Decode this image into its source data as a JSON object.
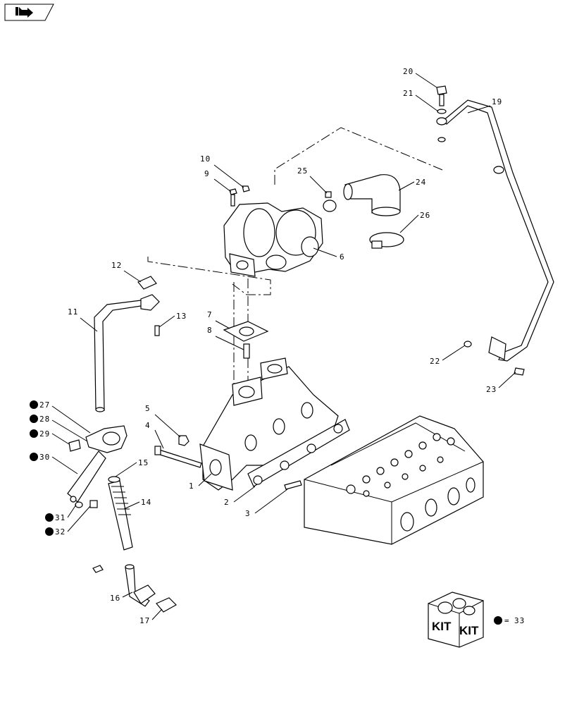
{
  "nav": {
    "back_icon": "arrow-return-icon"
  },
  "callouts": [
    {
      "num": "1",
      "kit": false
    },
    {
      "num": "2",
      "kit": false
    },
    {
      "num": "3",
      "kit": false
    },
    {
      "num": "4",
      "kit": false
    },
    {
      "num": "5",
      "kit": false
    },
    {
      "num": "6",
      "kit": false
    },
    {
      "num": "7",
      "kit": false
    },
    {
      "num": "8",
      "kit": false
    },
    {
      "num": "9",
      "kit": false
    },
    {
      "num": "10",
      "kit": false
    },
    {
      "num": "11",
      "kit": false
    },
    {
      "num": "12",
      "kit": false
    },
    {
      "num": "13",
      "kit": false
    },
    {
      "num": "14",
      "kit": false
    },
    {
      "num": "15",
      "kit": false
    },
    {
      "num": "16",
      "kit": false
    },
    {
      "num": "17",
      "kit": false
    },
    {
      "num": "19",
      "kit": false
    },
    {
      "num": "20",
      "kit": false
    },
    {
      "num": "21",
      "kit": false
    },
    {
      "num": "22",
      "kit": false
    },
    {
      "num": "23",
      "kit": false
    },
    {
      "num": "24",
      "kit": false
    },
    {
      "num": "25",
      "kit": false
    },
    {
      "num": "26",
      "kit": false
    },
    {
      "num": "27",
      "kit": true
    },
    {
      "num": "28",
      "kit": true
    },
    {
      "num": "29",
      "kit": true
    },
    {
      "num": "30",
      "kit": true
    },
    {
      "num": "31",
      "kit": true
    },
    {
      "num": "32",
      "kit": true
    }
  ],
  "kit_legend": {
    "box_text_left": "KIT",
    "box_text_right": "KIT",
    "equals": "=",
    "number": "33"
  },
  "colors": {
    "line": "#000000",
    "background": "#ffffff"
  }
}
